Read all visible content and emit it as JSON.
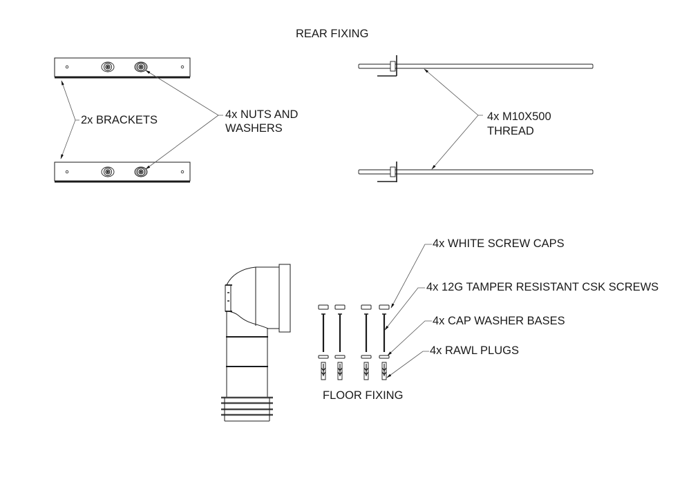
{
  "diagram": {
    "sections": {
      "rear_fixing_title": "REAR FIXING",
      "floor_fixing_title": "FLOOR FIXING"
    },
    "callouts": {
      "brackets": "2x BRACKETS",
      "nuts_line1": "4x NUTS AND",
      "nuts_line2": "WASHERS",
      "thread_line1": "4x M10X500",
      "thread_line2": "THREAD",
      "screw_caps": "4x WHITE SCREW CAPS",
      "screws": "4x 12G TAMPER RESISTANT CSK SCREWS",
      "washer_bases": "4x CAP WASHER BASES",
      "rawl_plugs": "4x RAWL PLUGS"
    },
    "parts": {
      "brackets_count": 2,
      "nuts_and_washers_count": 4,
      "threaded_rods_count": 4,
      "floor_fixing_sets": 4
    },
    "colors": {
      "line": "#1a1a1a",
      "leader": "#555555",
      "background": "#ffffff"
    }
  }
}
